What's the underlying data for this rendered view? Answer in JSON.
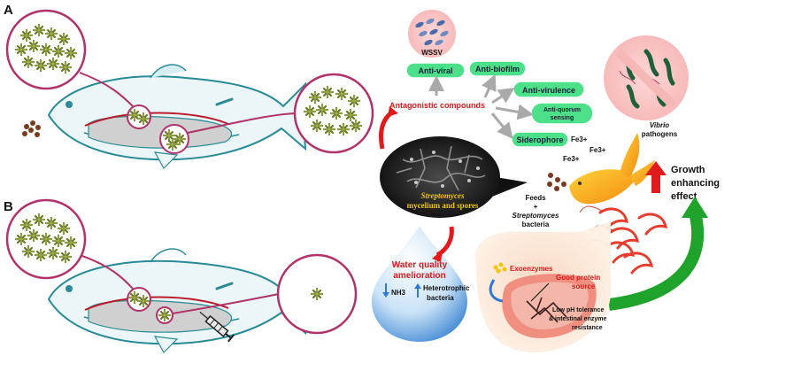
{
  "panels": {
    "a_letter": "A",
    "b_letter": "B"
  },
  "center": {
    "strep_line1": "Streptomyces",
    "strep_line2": "mycelium and spores"
  },
  "virus": {
    "label": "WSSV"
  },
  "antagonistic": {
    "title": "Antagonistic compounds",
    "pills": {
      "anti_viral": "Anti-viral",
      "anti_biofilm": "Anti-biofilm",
      "anti_virulence": "Anti-virulence",
      "anti_quorum_1": "Anti-quorum",
      "anti_quorum_2": "sensing",
      "siderophore": "Siderophore"
    },
    "iron_ions": [
      "Fe3+",
      "Fe3+",
      "Fe3+"
    ]
  },
  "vibrio": {
    "label_italic": "Vibrio",
    "label_rest": "pathogens"
  },
  "feeds": {
    "line1": "Feeds",
    "line2": "+",
    "line3": "Streptomyces",
    "line4": "bacteria"
  },
  "growth": {
    "line1": "Growth",
    "line2": "enhancing",
    "line3": "effect"
  },
  "water": {
    "title1": "Water quality",
    "title2": "amelioration",
    "nh3": "NH3",
    "hetero1": "Heterotrophic",
    "hetero2": "bacteria"
  },
  "gut": {
    "exoenzymes": "Exoenzymes",
    "protein1": "Good protein",
    "protein2": "source",
    "tolerance1": "Low pH tolerance",
    "tolerance2": "& intestinal enzyme",
    "tolerance3": "resistance"
  },
  "colors": {
    "fish_outline": "#2a8a96",
    "connector": "#b0336a",
    "pill_fill": "#4de08a",
    "red_accent": "#e11b1b",
    "green_arrow": "#1fa32a",
    "golden_fish": "#f5a71a",
    "gut_pink": "#f3b6a8"
  }
}
